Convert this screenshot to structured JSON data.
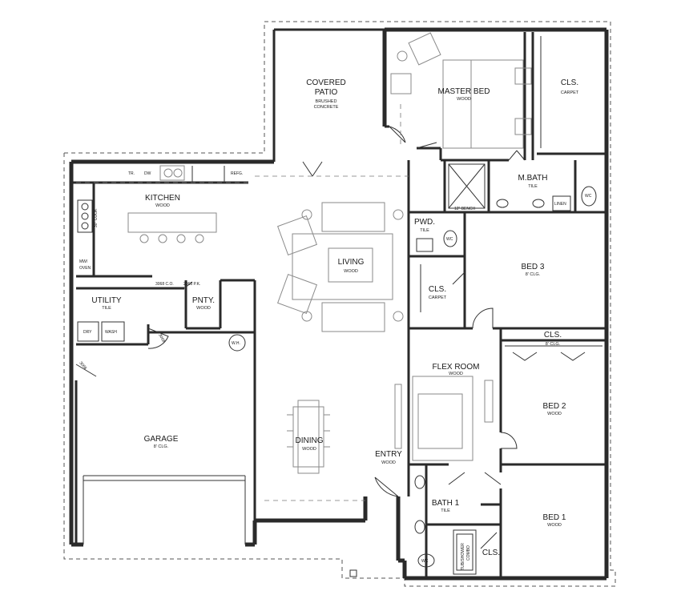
{
  "rooms": {
    "covered_patio": {
      "name_line1": "COVERED",
      "name_line2": "PATIO",
      "floor_line1": "BRUSHED",
      "floor_line2": "CONCRETE"
    },
    "master_bed": {
      "name": "MASTER BED",
      "floor": "WOOD"
    },
    "master_closet": {
      "name": "CLS.",
      "floor": "CARPET"
    },
    "master_bath": {
      "name": "M.BATH",
      "floor": "TILE"
    },
    "kitchen": {
      "name": "KITCHEN",
      "floor": "WOOD"
    },
    "living": {
      "name": "LIVING",
      "floor": "WOOD"
    },
    "powder": {
      "name": "PWD.",
      "floor": "TILE"
    },
    "hall_closet": {
      "name": "CLS.",
      "floor": "CARPET"
    },
    "bed3": {
      "name": "BED 3",
      "floor": "8' CLG."
    },
    "utility": {
      "name": "UTILITY",
      "floor": "TILE"
    },
    "pantry": {
      "name": "PNTY.",
      "floor": "WOOD"
    },
    "flex_room": {
      "name": "FLEX ROOM",
      "floor": "WOOD"
    },
    "bed2_closet": {
      "name": "CLS.",
      "floor": "8' CLG."
    },
    "bed2": {
      "name": "BED 2",
      "floor": "WOOD"
    },
    "garage": {
      "name": "GARAGE",
      "floor": "8' CLG."
    },
    "dining": {
      "name": "DINING",
      "floor": "WOOD"
    },
    "entry": {
      "name": "ENTRY",
      "floor": "WOOD"
    },
    "bath1": {
      "name": "BATH 1",
      "floor": "TILE"
    },
    "bed1": {
      "name": "BED 1",
      "floor": "WOOD"
    },
    "bed1_closet": {
      "name": "CLS."
    }
  },
  "labels": {
    "tr": "TR.",
    "dw": "DW",
    "refg": "REFG.",
    "cook": "30\" COOK",
    "mw_oven_1": "MW/",
    "mw_oven_2": "OVEN",
    "dry": "DRY",
    "wash": "WASH",
    "wh": "W.H.",
    "wc_pwd": "WC",
    "wc_mbath": "WC",
    "wc_bath1": "WC",
    "bench": "12\" BENCH",
    "linen": "LINEN",
    "tub_line1": "TUB/SHOWER",
    "tub_line2": "COMBO",
    "door_3068_co": "3068 C.O.",
    "door_2068_pk": "2068 P.K.",
    "door_3068_a": "3068",
    "door_3068_b": "3068"
  }
}
